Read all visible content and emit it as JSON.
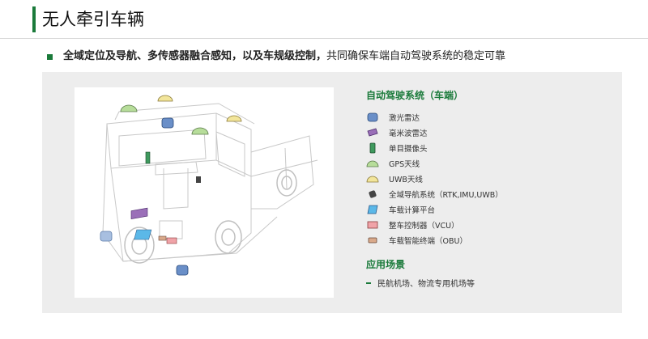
{
  "slide": {
    "title": "无人牵引车辆",
    "subtitle_bold_1": "全域定位及导航、多传感器融合感知，以及车规级控制，",
    "subtitle_rest": "共同确保车端自动驾驶系统的稳定可靠"
  },
  "legend": {
    "title": "自动驾驶系统（车端）",
    "items": [
      {
        "label": "激光雷达",
        "icon": "lidar-icon",
        "color": "#6a8fc8"
      },
      {
        "label": "毫米波雷达",
        "icon": "mmwave-radar-icon",
        "color": "#9a6fb8"
      },
      {
        "label": "单目摄像头",
        "icon": "camera-icon",
        "color": "#3f9a5e"
      },
      {
        "label": "GPS天线",
        "icon": "gps-antenna-icon",
        "color": "#b7dd9a"
      },
      {
        "label": "UWB天线",
        "icon": "uwb-antenna-icon",
        "color": "#f2e59a"
      },
      {
        "label": "全域导航系统（RTK,IMU,UWB）",
        "icon": "navigation-system-icon",
        "color": "#444444"
      },
      {
        "label": "车载计算平台",
        "icon": "computing-platform-icon",
        "color": "#5bb8e8"
      },
      {
        "label": "整车控制器（VCU）",
        "icon": "vcu-icon",
        "color": "#f0a3a8"
      },
      {
        "label": "车载智能终端（OBU）",
        "icon": "obu-icon",
        "color": "#d9a98a"
      }
    ]
  },
  "application": {
    "title": "应用场景",
    "item": "民航机场、物流专用机场等"
  }
}
